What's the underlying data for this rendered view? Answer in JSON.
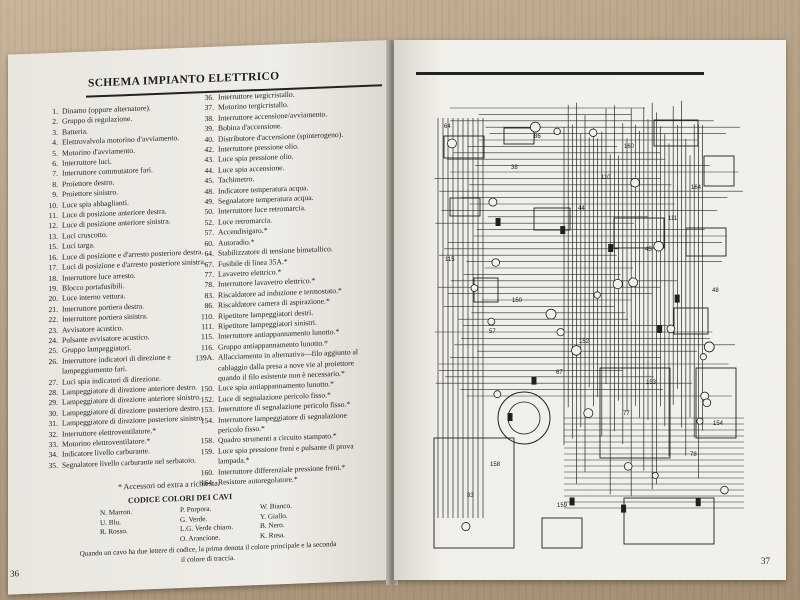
{
  "left_page": {
    "title": "SCHEMA IMPIANTO ELETTRICO",
    "legend_col1": [
      {
        "num": "1.",
        "text": "Dinamo (oppure alternatore)."
      },
      {
        "num": "2.",
        "text": "Gruppo di regolazione."
      },
      {
        "num": "3.",
        "text": "Batteria."
      },
      {
        "num": "4.",
        "text": "Elettrovalvola motorino d'avviamento."
      },
      {
        "num": "5.",
        "text": "Motorino d'avviamento."
      },
      {
        "num": "6.",
        "text": "Interruttore luci."
      },
      {
        "num": "7.",
        "text": "Interruttore commutatore fari."
      },
      {
        "num": "8.",
        "text": "Proiettore destro."
      },
      {
        "num": "9.",
        "text": "Proiettore sinistro."
      },
      {
        "num": "10.",
        "text": "Luce spia abbaglianti."
      },
      {
        "num": "11.",
        "text": "Luce di posizione anteriore destra."
      },
      {
        "num": "12.",
        "text": "Luce di posizione anteriore sinistra."
      },
      {
        "num": "13.",
        "text": "Luci cruscotto."
      },
      {
        "num": "15.",
        "text": "Luci targa."
      },
      {
        "num": "16.",
        "text": "Luce di posizione e d'arresto posteriore destra."
      },
      {
        "num": "17.",
        "text": "Luci di posizione e d'arresto posteriore sinistra."
      },
      {
        "num": "18.",
        "text": "Interruttore luce arresto."
      },
      {
        "num": "19.",
        "text": "Blocco portafusibili."
      },
      {
        "num": "20.",
        "text": "Luce interno vettura."
      },
      {
        "num": "21.",
        "text": "Interruttore portiera destra."
      },
      {
        "num": "22.",
        "text": "Interruttore portiera sinistra."
      },
      {
        "num": "23.",
        "text": "Avvisatore acustico."
      },
      {
        "num": "24.",
        "text": "Pulsante avvisatore acustico."
      },
      {
        "num": "25.",
        "text": "Gruppo lampeggiatori."
      },
      {
        "num": "26.",
        "text": "Interruttore indicatori di direzione e lampeggiamento fari."
      },
      {
        "num": "27.",
        "text": "Luci spia indicatori di direzione."
      },
      {
        "num": "28.",
        "text": "Lampeggiatore di direzione anteriore destro."
      },
      {
        "num": "29.",
        "text": "Lampeggiatore di direzione anteriore sinistro."
      },
      {
        "num": "30.",
        "text": "Lampeggiatore di direzione posteriore destro."
      },
      {
        "num": "31.",
        "text": "Lampeggiatore di direzione posteriore sinistro."
      },
      {
        "num": "32.",
        "text": "Interruttore elettroventilatore.*"
      },
      {
        "num": "33.",
        "text": "Motorino elettroventilatore.*"
      },
      {
        "num": "34.",
        "text": "Indicatore livello carburante."
      },
      {
        "num": "35.",
        "text": "Segnalatore livello carburante nel serbatoio."
      }
    ],
    "legend_col2": [
      {
        "num": "36.",
        "text": "Interruttore tergicristallo."
      },
      {
        "num": "37.",
        "text": "Motorino tergicristallo."
      },
      {
        "num": "38.",
        "text": "Interruttore accensione/avviamento."
      },
      {
        "num": "39.",
        "text": "Bobina d'accensione."
      },
      {
        "num": "40.",
        "text": "Distributore d'accensione (spinterogeno)."
      },
      {
        "num": "42.",
        "text": "Interruttore pressione olio."
      },
      {
        "num": "43.",
        "text": "Luce spia pressione olio."
      },
      {
        "num": "44.",
        "text": "Luce spia accensione."
      },
      {
        "num": "45.",
        "text": "Tachimetro."
      },
      {
        "num": "48.",
        "text": "Indicatore temperatura acqua."
      },
      {
        "num": "49.",
        "text": "Segnalatore temperatura acqua."
      },
      {
        "num": "50.",
        "text": "Interruttore luce retromarcia."
      },
      {
        "num": "52.",
        "text": "Luce retromarcia."
      },
      {
        "num": "57.",
        "text": "Accendisigaro.*"
      },
      {
        "num": "60.",
        "text": "Autoradio.*"
      },
      {
        "num": "64.",
        "text": "Stabilizzatore di tensione bimetallico."
      },
      {
        "num": "67.",
        "text": "Fusibile di linea 35A.*"
      },
      {
        "num": "77.",
        "text": "Lavavetro elettrico.*"
      },
      {
        "num": "78.",
        "text": "Interruttore lavavetro elettrico.*"
      },
      {
        "num": "83.",
        "text": "Riscaldatore ad induzione e termostato.*"
      },
      {
        "num": "86.",
        "text": "Riscaldatore camera di aspirazione.*"
      },
      {
        "num": "110.",
        "text": "Ripetitore lampeggiatori destri."
      },
      {
        "num": "111.",
        "text": "Ripetitore lampeggiatori sinistri."
      },
      {
        "num": "115.",
        "text": "Interruttore antiappannamento lunotto.*"
      },
      {
        "num": "116.",
        "text": "Gruppo antiappannamento lunotto.*"
      },
      {
        "num": "139A.",
        "text": "Allacciamento in alternativa—filo aggiunto al cablaggio dalla presa a nove vie al proiettore quando il filo esistente non è necessario.*"
      },
      {
        "num": "150.",
        "text": "Luce spia antiappannamento lunotto.*"
      },
      {
        "num": "152.",
        "text": "Luce di segnalazione pericolo fisso.*"
      },
      {
        "num": "153.",
        "text": "Interruttore di segnalazione pericolo fisso.*"
      },
      {
        "num": "154.",
        "text": "Interruttore lampeggiatore di segnalazione pericolo fisso.*"
      },
      {
        "num": "158.",
        "text": "Quadro strumenti a circuito stampato.*"
      },
      {
        "num": "159.",
        "text": "Luce spia pressione freni e pulsante di prova lampada.*"
      },
      {
        "num": "160.",
        "text": "Interruttore differenziale pressione freni.*"
      },
      {
        "num": "164.",
        "text": "Resistore autoregolatore.*"
      }
    ],
    "note": "* Accessori od extra a richiesta.",
    "codes_title": "CODICE COLORI DEI CAVI",
    "color_codes": [
      "N. Marron.",
      "P. Porpora.",
      "W. Bianco.",
      "U. Blu.",
      "G. Verde.",
      "Y. Giallo.",
      "R. Rosso.",
      "L.G. Verde chiaro.",
      "B. Nero.",
      "",
      "O. Arancione.",
      "K. Rosa."
    ],
    "code_footnote": "Quando un cavo ha due lettere di codice, la prima denota il colore principale e la seconda il colore di traccia.",
    "page_number": "36"
  },
  "right_page": {
    "diagram_labels": [
      "64",
      "38",
      "44",
      "45",
      "48",
      "57",
      "67",
      "77",
      "78",
      "83",
      "86",
      "110",
      "111",
      "115",
      "150",
      "152",
      "153",
      "154",
      "158",
      "159",
      "160",
      "164"
    ],
    "page_number": "37"
  }
}
